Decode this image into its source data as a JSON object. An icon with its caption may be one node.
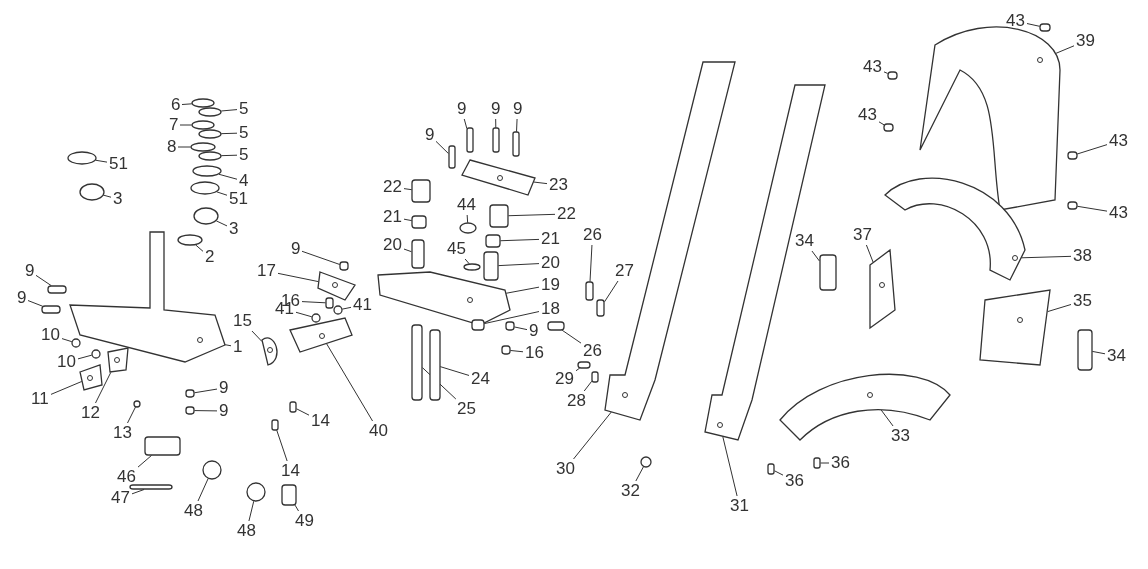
{
  "diagram": {
    "nodes": [
      {
        "text": [
          "43"
        ]
      },
      {
        "text": [
          "39"
        ]
      },
      {
        "text": [
          "43"
        ]
      },
      {
        "text": [
          "43"
        ]
      },
      {
        "text": [
          "43"
        ]
      },
      {
        "text": [
          "43"
        ]
      },
      {
        "text": [
          "6"
        ]
      },
      {
        "text": [
          "5"
        ]
      },
      {
        "text": [
          "7"
        ]
      },
      {
        "text": [
          "5"
        ]
      },
      {
        "text": [
          "8"
        ]
      },
      {
        "text": [
          "5"
        ]
      },
      {
        "text": [
          "4"
        ]
      },
      {
        "text": [
          "51"
        ]
      },
      {
        "text": [
          "51"
        ]
      },
      {
        "text": [
          "3"
        ]
      },
      {
        "text": [
          "3"
        ]
      },
      {
        "text": [
          "2"
        ]
      },
      {
        "text": [
          "9"
        ]
      },
      {
        "text": [
          "9"
        ]
      },
      {
        "text": [
          "9"
        ]
      },
      {
        "text": [
          "9"
        ]
      },
      {
        "text": [
          "22"
        ]
      },
      {
        "text": [
          "23"
        ]
      },
      {
        "text": [
          "21"
        ]
      },
      {
        "text": [
          "44"
        ]
      },
      {
        "text": [
          "22"
        ]
      },
      {
        "text": [
          "20"
        ]
      },
      {
        "text": [
          "45"
        ]
      },
      {
        "text": [
          "21"
        ]
      },
      {
        "text": [
          "20"
        ]
      },
      {
        "text": [
          "9"
        ]
      },
      {
        "text": [
          "17"
        ]
      },
      {
        "text": [
          "19"
        ]
      },
      {
        "text": [
          "16"
        ]
      },
      {
        "text": [
          "18"
        ]
      },
      {
        "text": [
          "41"
        ]
      },
      {
        "text": [
          "41"
        ]
      },
      {
        "text": [
          "9"
        ]
      },
      {
        "text": [
          "15"
        ]
      },
      {
        "text": [
          "16"
        ]
      },
      {
        "text": [
          "26"
        ]
      },
      {
        "text": [
          "27"
        ]
      },
      {
        "text": [
          "26"
        ]
      },
      {
        "text": [
          "9"
        ]
      },
      {
        "text": [
          "9"
        ]
      },
      {
        "text": [
          "10"
        ]
      },
      {
        "text": [
          "1"
        ]
      },
      {
        "text": [
          "10"
        ]
      },
      {
        "text": [
          "11"
        ]
      },
      {
        "text": [
          "12"
        ]
      },
      {
        "text": [
          "13"
        ]
      },
      {
        "text": [
          "9"
        ]
      },
      {
        "text": [
          "9"
        ]
      },
      {
        "text": [
          "24"
        ]
      },
      {
        "text": [
          "40"
        ]
      },
      {
        "text": [
          "25"
        ]
      },
      {
        "text": [
          "14"
        ]
      },
      {
        "text": [
          "14"
        ]
      },
      {
        "text": [
          "46"
        ]
      },
      {
        "text": [
          "47"
        ]
      },
      {
        "text": [
          "48"
        ]
      },
      {
        "text": [
          "48"
        ]
      },
      {
        "text": [
          "49"
        ]
      },
      {
        "text": [
          "29"
        ]
      },
      {
        "text": [
          "28"
        ]
      },
      {
        "text": [
          "30"
        ]
      },
      {
        "text": [
          "32"
        ]
      },
      {
        "text": [
          "31"
        ]
      },
      {
        "text": [
          "34"
        ]
      },
      {
        "text": [
          "37"
        ]
      },
      {
        "text": [
          "38"
        ]
      },
      {
        "text": [
          "35"
        ]
      },
      {
        "text": [
          "34"
        ]
      },
      {
        "text": [
          "33"
        ]
      },
      {
        "text": [
          "36"
        ]
      },
      {
        "text": [
          "36"
        ]
      },
      {
        "text": [],
        "shape": "box"
      },
      {
        "text": [],
        "shape": "picture"
      },
      {
        "text": [],
        "shape": "box"
      },
      {
        "text": [],
        "shape": "box"
      },
      {
        "text": [],
        "shape": "box"
      },
      {
        "text": [],
        "shape": "box"
      },
      {
        "text": [],
        "shape": "circle"
      },
      {
        "text": [],
        "shape": "circle"
      },
      {
        "text": [],
        "shape": "circle"
      },
      {
        "text": [],
        "shape": "circle"
      },
      {
        "text": [],
        "shape": "circle"
      },
      {
        "text": [],
        "shape": "circle"
      },
      {
        "text": [],
        "shape": "circle"
      },
      {
        "text": [],
        "shape": "circle"
      },
      {
        "text": [],
        "shape": "circle"
      },
      {
        "text": [],
        "shape": "circle"
      },
      {
        "text": [],
        "shape": "circle"
      },
      {
        "text": [],
        "shape": "circle"
      },
      {
        "text": [],
        "shape": "box"
      },
      {
        "text": [],
        "shape": "box"
      },
      {
        "text": [],
        "shape": "box"
      },
      {
        "text": [],
        "shape": "box"
      },
      {
        "text": [],
        "shape": "box"
      },
      {
        "text": [],
        "shape": "picture"
      },
      {
        "text": [],
        "shape": "box"
      },
      {
        "text": [],
        "shape": "circle"
      },
      {
        "text": [],
        "shape": "box"
      },
      {
        "text": [],
        "shape": "box"
      },
      {
        "text": [],
        "shape": "circle"
      },
      {
        "text": [],
        "shape": "box"
      },
      {
        "text": [],
        "shape": "box"
      },
      {
        "text": [],
        "shape": "box"
      },
      {
        "text": [],
        "shape": "picture"
      },
      {
        "text": [],
        "shape": "picture"
      },
      {
        "text": [],
        "shape": "box"
      },
      {
        "text": [],
        "shape": "box"
      },
      {
        "text": [],
        "shape": "circle"
      },
      {
        "text": [],
        "shape": "circle"
      },
      {
        "text": [],
        "shape": "box"
      },
      {
        "text": [],
        "shape": "picture"
      },
      {
        "text": [],
        "shape": "box"
      },
      {
        "text": [],
        "shape": "box"
      },
      {
        "text": [],
        "shape": "box"
      },
      {
        "text": [],
        "shape": "box"
      },
      {
        "text": [],
        "shape": "box"
      },
      {
        "text": [],
        "shape": "box"
      },
      {
        "text": [],
        "shape": "circle"
      },
      {
        "text": [],
        "shape": "picture"
      },
      {
        "text": [],
        "shape": "circle"
      },
      {
        "text": [],
        "shape": "picture"
      },
      {
        "text": [],
        "shape": "picture"
      },
      {
        "text": [],
        "shape": "circle"
      },
      {
        "text": [],
        "shape": "box"
      },
      {
        "text": [],
        "shape": "box"
      },
      {
        "text": [],
        "shape": "box"
      },
      {
        "text": [],
        "shape": "picture"
      },
      {
        "text": [],
        "shape": "box"
      },
      {
        "text": [],
        "shape": "box"
      },
      {
        "text": [],
        "shape": "box"
      },
      {
        "text": [],
        "shape": "box"
      },
      {
        "text": [],
        "shape": "box"
      },
      {
        "text": [],
        "shape": "circle"
      },
      {
        "text": [],
        "shape": "circle"
      },
      {
        "text": [],
        "shape": "box"
      },
      {
        "text": [],
        "shape": "box"
      },
      {
        "text": [],
        "shape": "box"
      },
      {
        "text": [],
        "shape": "picture"
      },
      {
        "text": [],
        "shape": "circle"
      },
      {
        "text": [],
        "shape": "picture"
      },
      {
        "text": [],
        "shape": "box"
      },
      {
        "text": [],
        "shape": "picture"
      },
      {
        "text": [],
        "shape": "picture"
      },
      {
        "text": [],
        "shape": "picture"
      },
      {
        "text": [],
        "shape": "box"
      },
      {
        "text": [],
        "shape": "picture"
      },
      {
        "text": [],
        "shape": "box"
      },
      {
        "text": [],
        "shape": "box"
      }
    ],
    "edges": [
      {
        "from": 0,
        "to": 77,
        "arrow": "none"
      },
      {
        "from": 1,
        "to": 78,
        "arrow": "none"
      },
      {
        "from": 2,
        "to": 79,
        "arrow": "none"
      },
      {
        "from": 3,
        "to": 80,
        "arrow": "none"
      },
      {
        "from": 4,
        "to": 81,
        "arrow": "none"
      },
      {
        "from": 5,
        "to": 82,
        "arrow": "none"
      },
      {
        "from": 6,
        "to": 83,
        "arrow": "none"
      },
      {
        "from": 7,
        "to": 84,
        "arrow": "none"
      },
      {
        "from": 8,
        "to": 85,
        "arrow": "none"
      },
      {
        "from": 9,
        "to": 86,
        "arrow": "none"
      },
      {
        "from": 10,
        "to": 87,
        "arrow": "none"
      },
      {
        "from": 11,
        "to": 88,
        "arrow": "none"
      },
      {
        "from": 12,
        "to": 89,
        "arrow": "none"
      },
      {
        "from": 13,
        "to": 90,
        "arrow": "none"
      },
      {
        "from": 14,
        "to": 91,
        "arrow": "none"
      },
      {
        "from": 15,
        "to": 92,
        "arrow": "none"
      },
      {
        "from": 16,
        "to": 93,
        "arrow": "none"
      },
      {
        "from": 17,
        "to": 94,
        "arrow": "none"
      },
      {
        "from": 18,
        "to": 95,
        "arrow": "none"
      },
      {
        "from": 19,
        "to": 96,
        "arrow": "none"
      },
      {
        "from": 20,
        "to": 97,
        "arrow": "none"
      },
      {
        "from": 21,
        "to": 98,
        "arrow": "none"
      },
      {
        "from": 22,
        "to": 99,
        "arrow": "none"
      },
      {
        "from": 23,
        "to": 100,
        "arrow": "none"
      },
      {
        "from": 24,
        "to": 101,
        "arrow": "none"
      },
      {
        "from": 25,
        "to": 102,
        "arrow": "none"
      },
      {
        "from": 26,
        "to": 103,
        "arrow": "none"
      },
      {
        "from": 27,
        "to": 104,
        "arrow": "none"
      },
      {
        "from": 28,
        "to": 105,
        "arrow": "none"
      },
      {
        "from": 29,
        "to": 106,
        "arrow": "none"
      },
      {
        "from": 30,
        "to": 107,
        "arrow": "none"
      },
      {
        "from": 31,
        "to": 108,
        "arrow": "none"
      },
      {
        "from": 32,
        "to": 109,
        "arrow": "none"
      },
      {
        "from": 33,
        "to": 110,
        "arrow": "none"
      },
      {
        "from": 34,
        "to": 111,
        "arrow": "none"
      },
      {
        "from": 35,
        "to": 112,
        "arrow": "none"
      },
      {
        "from": 36,
        "to": 113,
        "arrow": "none"
      },
      {
        "from": 37,
        "to": 114,
        "arrow": "none"
      },
      {
        "from": 38,
        "to": 115,
        "arrow": "none"
      },
      {
        "from": 39,
        "to": 116,
        "arrow": "none"
      },
      {
        "from": 40,
        "to": 117,
        "arrow": "none"
      },
      {
        "from": 41,
        "to": 118,
        "arrow": "none"
      },
      {
        "from": 42,
        "to": 119,
        "arrow": "none"
      },
      {
        "from": 43,
        "to": 120,
        "arrow": "none"
      },
      {
        "from": 44,
        "to": 121,
        "arrow": "none"
      },
      {
        "from": 45,
        "to": 122,
        "arrow": "none"
      },
      {
        "from": 46,
        "to": 123,
        "arrow": "none"
      },
      {
        "from": 47,
        "to": 124,
        "arrow": "none"
      },
      {
        "from": 48,
        "to": 125,
        "arrow": "none"
      },
      {
        "from": 49,
        "to": 126,
        "arrow": "none"
      },
      {
        "from": 50,
        "to": 127,
        "arrow": "none"
      },
      {
        "from": 51,
        "to": 128,
        "arrow": "none"
      },
      {
        "from": 52,
        "to": 129,
        "arrow": "none"
      },
      {
        "from": 53,
        "to": 130,
        "arrow": "none"
      },
      {
        "from": 54,
        "to": 131,
        "arrow": "none"
      },
      {
        "from": 55,
        "to": 132,
        "arrow": "none"
      },
      {
        "from": 56,
        "to": 133,
        "arrow": "none"
      },
      {
        "from": 57,
        "to": 134,
        "arrow": "none"
      },
      {
        "from": 58,
        "to": 135,
        "arrow": "none"
      },
      {
        "from": 59,
        "to": 136,
        "arrow": "none"
      },
      {
        "from": 60,
        "to": 137,
        "arrow": "none"
      },
      {
        "from": 61,
        "to": 138,
        "arrow": "none"
      },
      {
        "from": 62,
        "to": 139,
        "arrow": "none"
      },
      {
        "from": 63,
        "to": 140,
        "arrow": "none"
      },
      {
        "from": 64,
        "to": 141,
        "arrow": "none"
      },
      {
        "from": 65,
        "to": 142,
        "arrow": "none"
      },
      {
        "from": 66,
        "to": 143,
        "arrow": "none"
      },
      {
        "from": 67,
        "to": 144,
        "arrow": "none"
      },
      {
        "from": 68,
        "to": 145,
        "arrow": "none"
      },
      {
        "from": 69,
        "to": 146,
        "arrow": "none"
      },
      {
        "from": 70,
        "to": 147,
        "arrow": "none"
      },
      {
        "from": 71,
        "to": 148,
        "arrow": "none"
      },
      {
        "from": 72,
        "to": 149,
        "arrow": "none"
      },
      {
        "from": 73,
        "to": 150,
        "arrow": "none"
      },
      {
        "from": 74,
        "to": 151,
        "arrow": "none"
      },
      {
        "from": 75,
        "to": 152,
        "arrow": "none"
      },
      {
        "from": 76,
        "to": 153,
        "arrow": "none"
      }
    ]
  }
}
